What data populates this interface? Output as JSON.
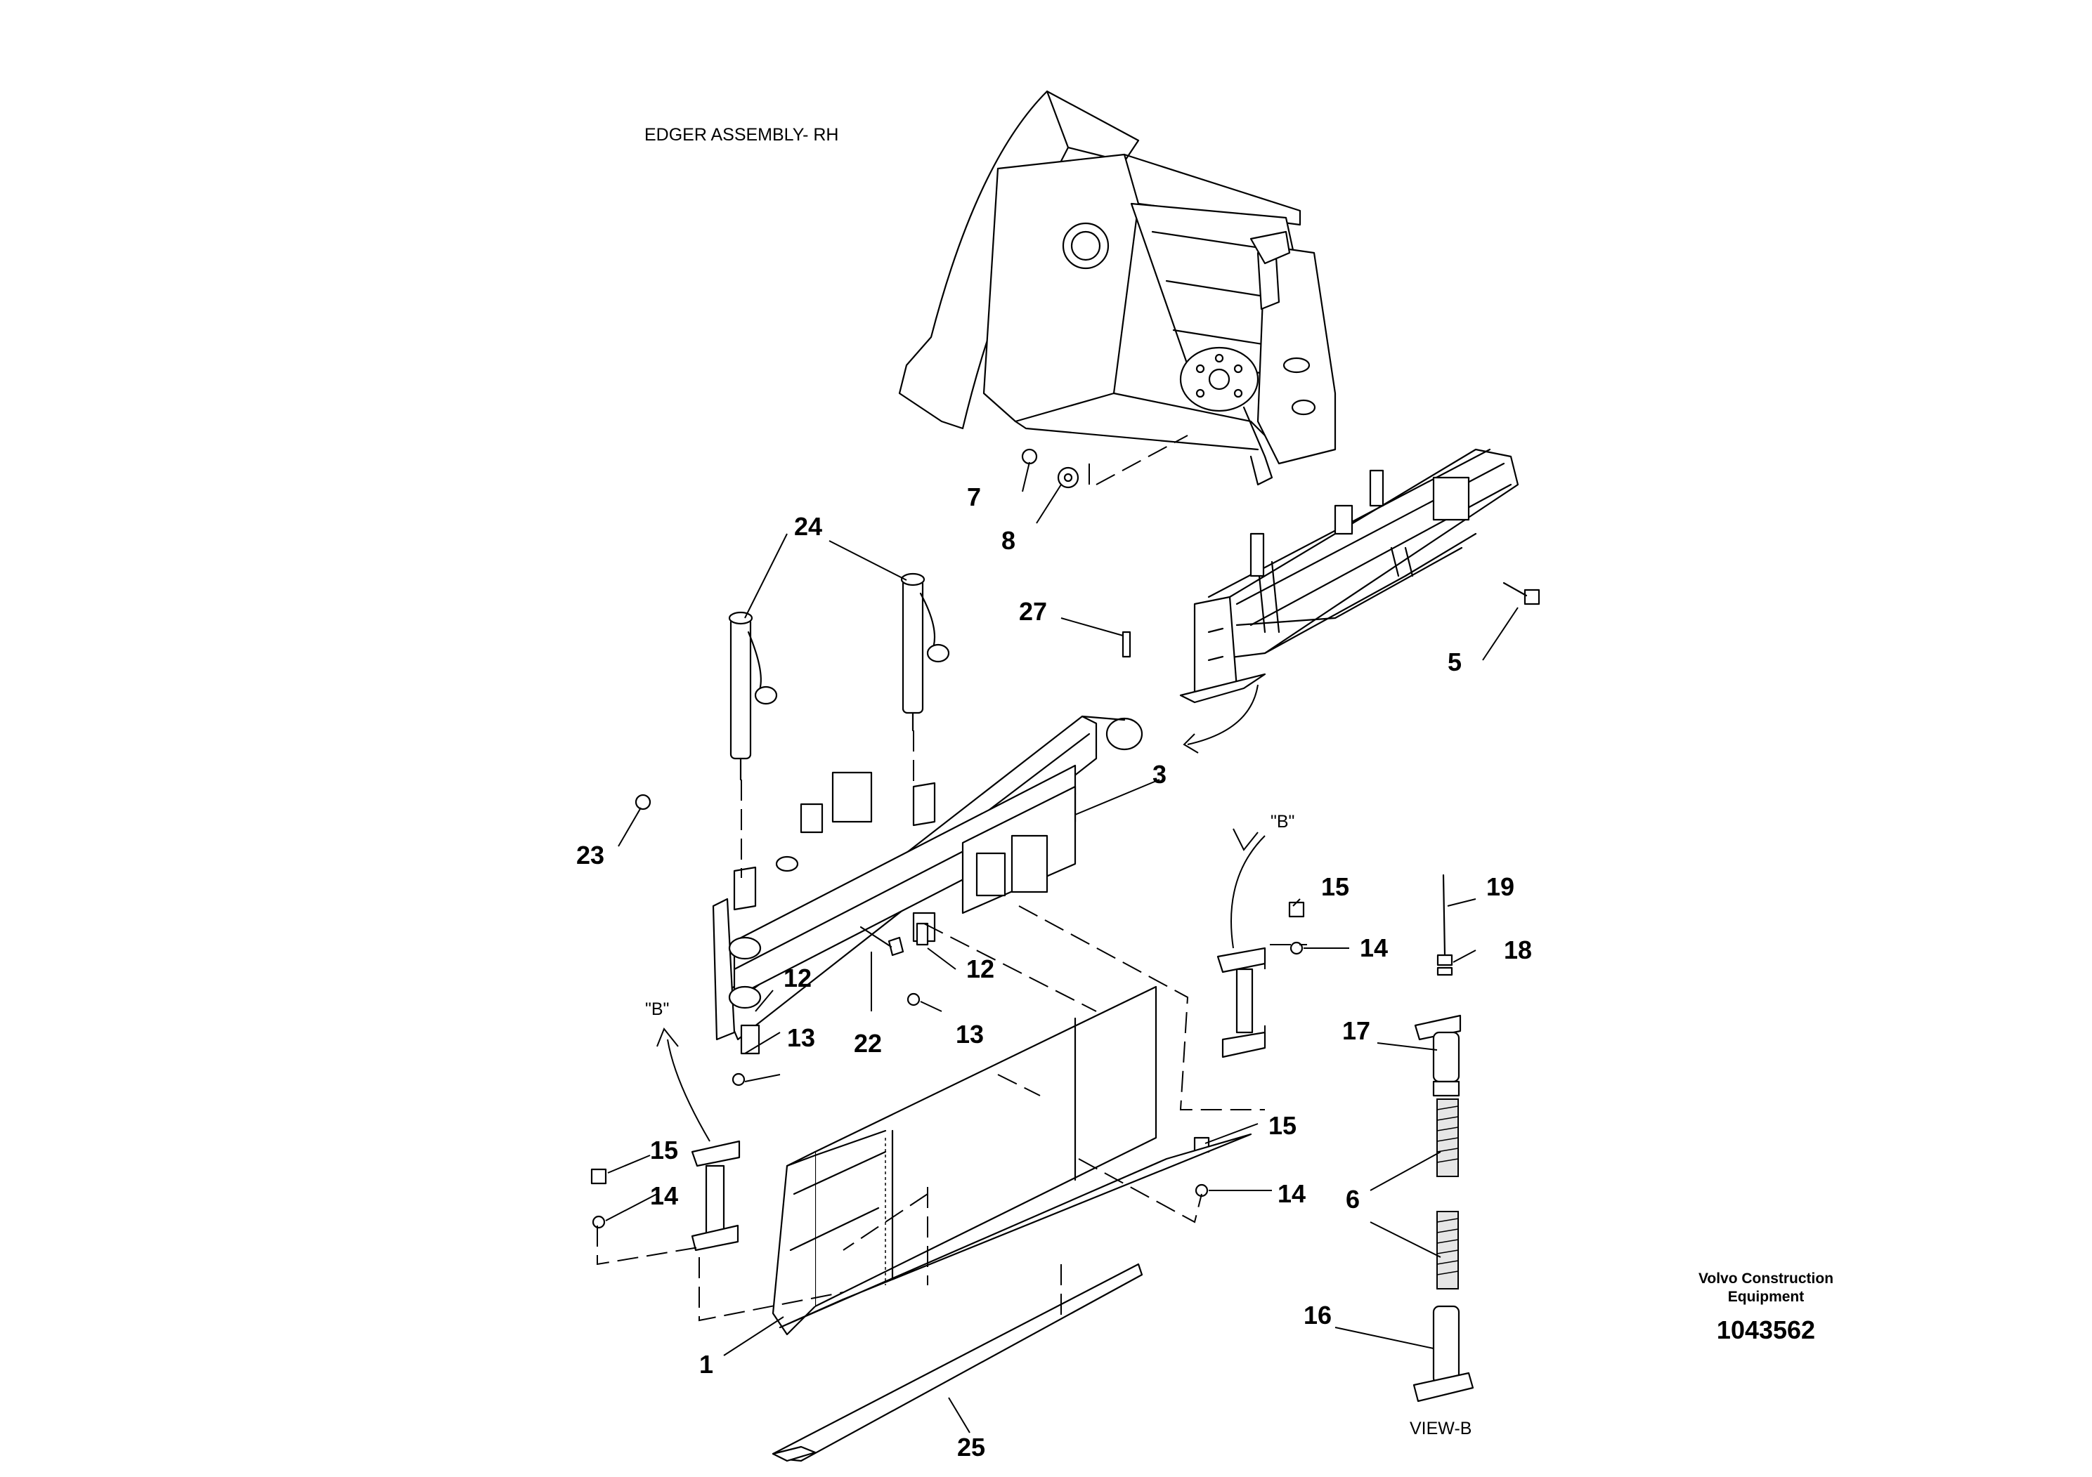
{
  "title": "EDGER ASSEMBLY- RH",
  "view_labels": {
    "view_b": "VIEW-B",
    "b_top": "\"B\"",
    "b_left": "\"B\""
  },
  "brand": {
    "line1": "Volvo Construction",
    "line2": "Equipment"
  },
  "document_number": "1043562",
  "callouts": {
    "c1": "1",
    "c3": "3",
    "c5": "5",
    "c6": "6",
    "c7": "7",
    "c8": "8",
    "c12a": "12",
    "c12b": "12",
    "c13a": "13",
    "c13b": "13",
    "c14a": "14",
    "c14b": "14",
    "c14c": "14",
    "c15a": "15",
    "c15b": "15",
    "c15c": "15",
    "c16": "16",
    "c17": "17",
    "c18": "18",
    "c19": "19",
    "c22": "22",
    "c23": "23",
    "c24": "24",
    "c25": "25",
    "c27": "27"
  },
  "colors": {
    "line": "#000000",
    "background": "#ffffff"
  }
}
